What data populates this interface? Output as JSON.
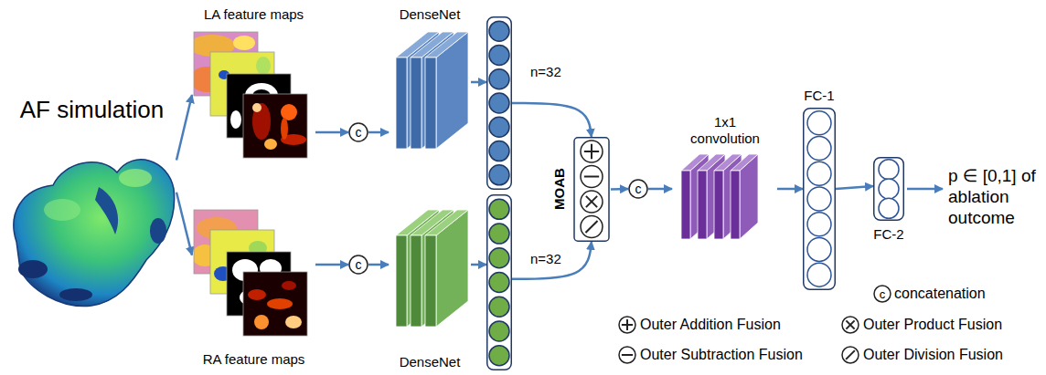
{
  "diagram": {
    "nodes": [
      {
        "text": [
          "AF simulation"
        ]
      },
      {
        "text": [
          "LA feature maps"
        ]
      },
      {
        "text": [
          "RA feature maps"
        ]
      },
      {
        "text": [
          "c"
        ]
      },
      {
        "text": [
          "c"
        ]
      },
      {
        "text": [
          "DenseNet"
        ]
      },
      {
        "text": [
          "DenseNet"
        ]
      },
      {
        "text": [
          "n=32"
        ]
      },
      {
        "text": [
          "n=32"
        ]
      },
      {
        "text": [
          "MOAB"
        ]
      },
      {
        "text": [
          "c"
        ]
      },
      {
        "text": [
          "1x1 convolution"
        ]
      },
      {
        "text": [
          "FC-1"
        ]
      },
      {
        "text": [
          "FC-2"
        ]
      }
    ],
    "edges": [
      {
        "from": 0,
        "to": 1,
        "arrow": "to"
      },
      {
        "from": 0,
        "to": 2,
        "arrow": "to"
      },
      {
        "from": 1,
        "to": 3,
        "arrow": "to"
      },
      {
        "from": 2,
        "to": 4,
        "arrow": "to"
      },
      {
        "from": 3,
        "to": 5,
        "arrow": "to"
      },
      {
        "from": 4,
        "to": 6,
        "arrow": "to"
      },
      {
        "from": 5,
        "to": 7,
        "arrow": "to"
      },
      {
        "from": 6,
        "to": 8,
        "arrow": "to"
      },
      {
        "from": 7,
        "to": 9,
        "arrow": "to"
      },
      {
        "from": 8,
        "to": 9,
        "arrow": "to"
      },
      {
        "from": 9,
        "to": 10,
        "arrow": "to"
      },
      {
        "from": 10,
        "to": 11,
        "arrow": "to"
      },
      {
        "from": 11,
        "to": 12,
        "arrow": "to"
      },
      {
        "from": 12,
        "to": 13,
        "arrow": "to"
      }
    ],
    "labels": [
      "p ∈ [0,1] of ablation outcome",
      "c"
    ],
    "legend": [
      {
        "text": "concatenation"
      },
      {
        "text": "Outer Addition Fusion"
      },
      {
        "text": "Outer Product Fusion"
      },
      {
        "text": "Outer Subtraction Fusion"
      },
      {
        "text": "Outer Division Fusion"
      }
    ]
  }
}
